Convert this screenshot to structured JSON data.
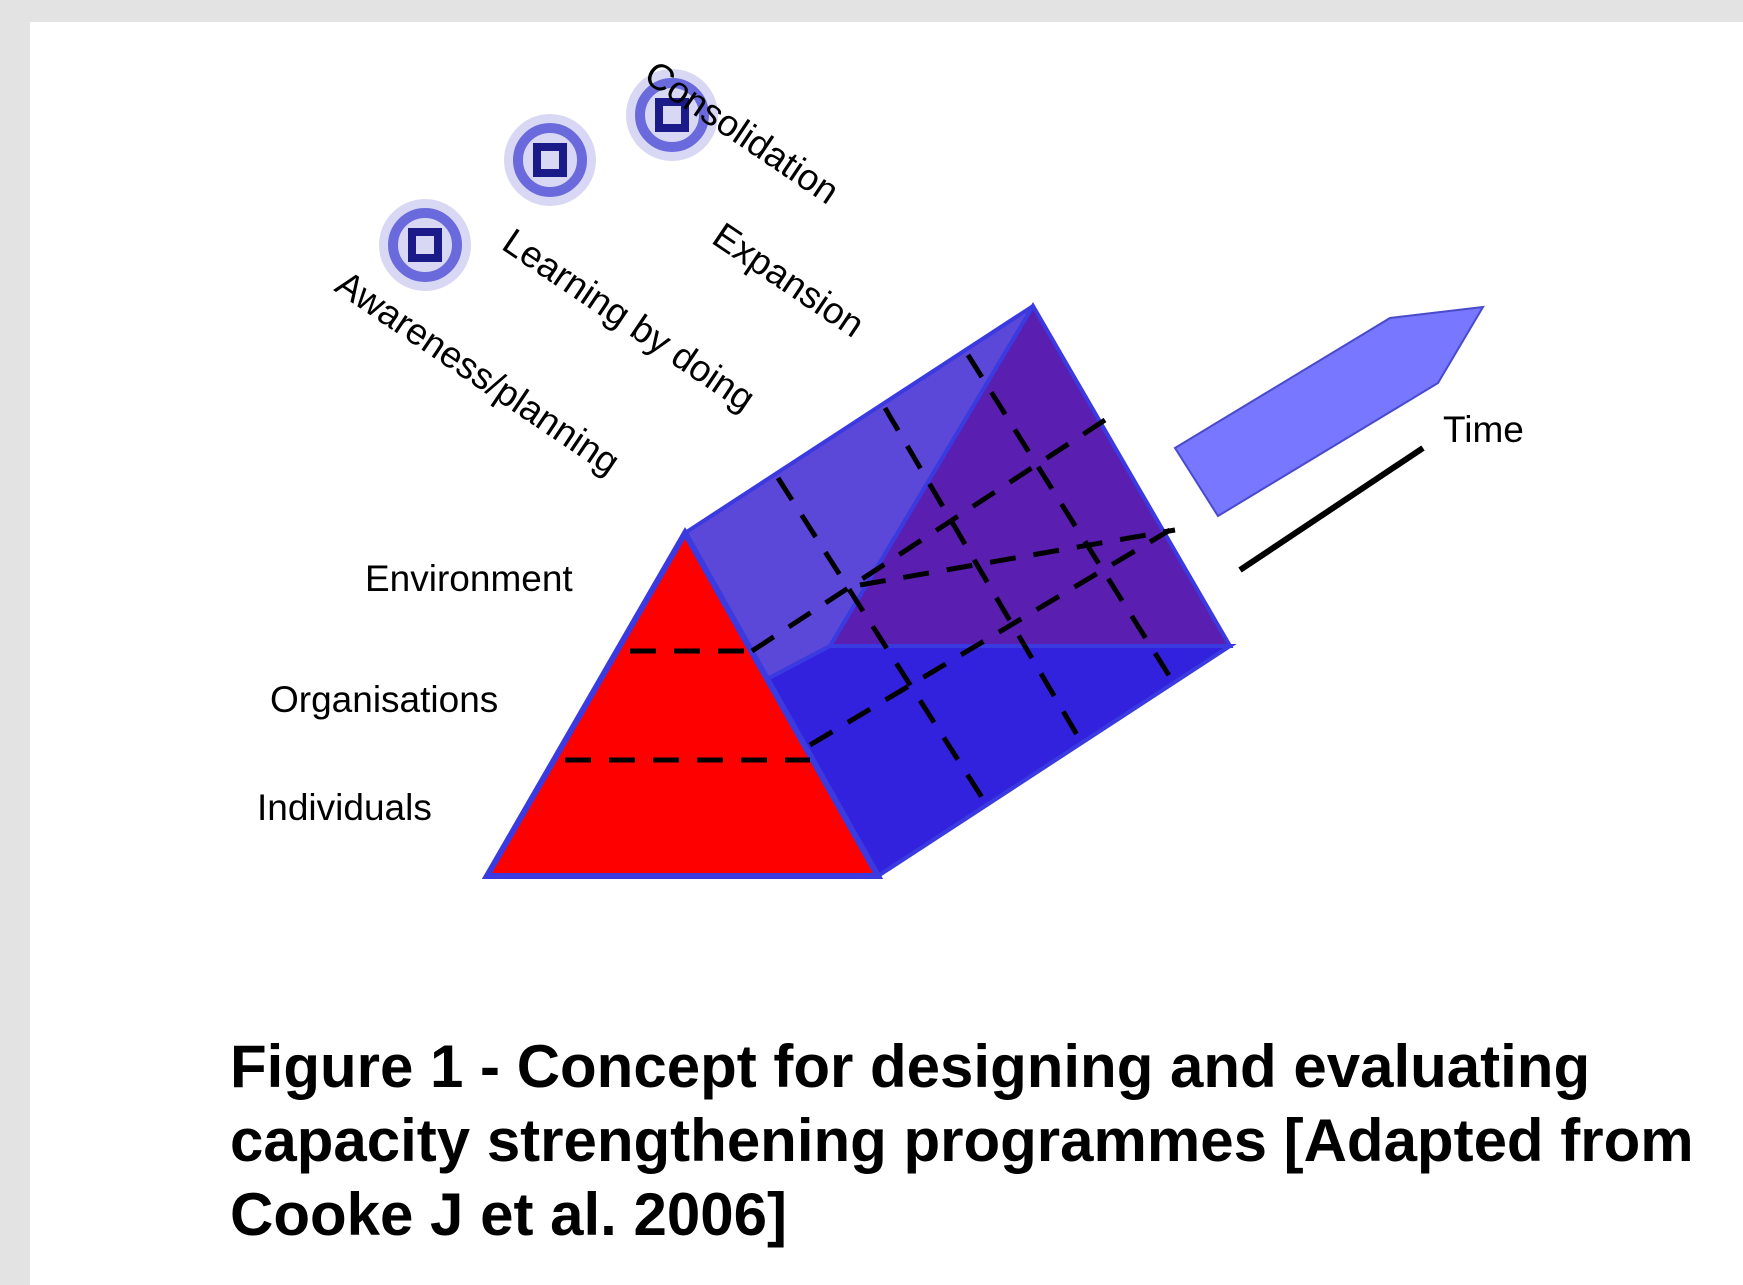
{
  "diagram": {
    "stages": [
      {
        "id": "awareness",
        "label": "Awareness/planning"
      },
      {
        "id": "learning",
        "label": "Learning by doing"
      },
      {
        "id": "expansion",
        "label": "Expansion"
      },
      {
        "id": "consolidation",
        "label": "Consolidation"
      }
    ],
    "levels": [
      {
        "id": "environment",
        "label": "Environment"
      },
      {
        "id": "organisations",
        "label": "Organisations"
      },
      {
        "id": "individuals",
        "label": "Individuals"
      }
    ],
    "time_label": "Time",
    "colors": {
      "front_face": "#ff0000",
      "bottom_face": "#3322dd",
      "top_face": "#5b48d8",
      "back_face": "#5a1fb0",
      "outline": "#3a3ae0",
      "arrow": "#7777ff",
      "spiral": "#4a4acc"
    }
  },
  "caption": "Figure 1 - Concept for designing and evaluating capacity strengthening programmes [Adapted from Cooke J et al. 2006]"
}
